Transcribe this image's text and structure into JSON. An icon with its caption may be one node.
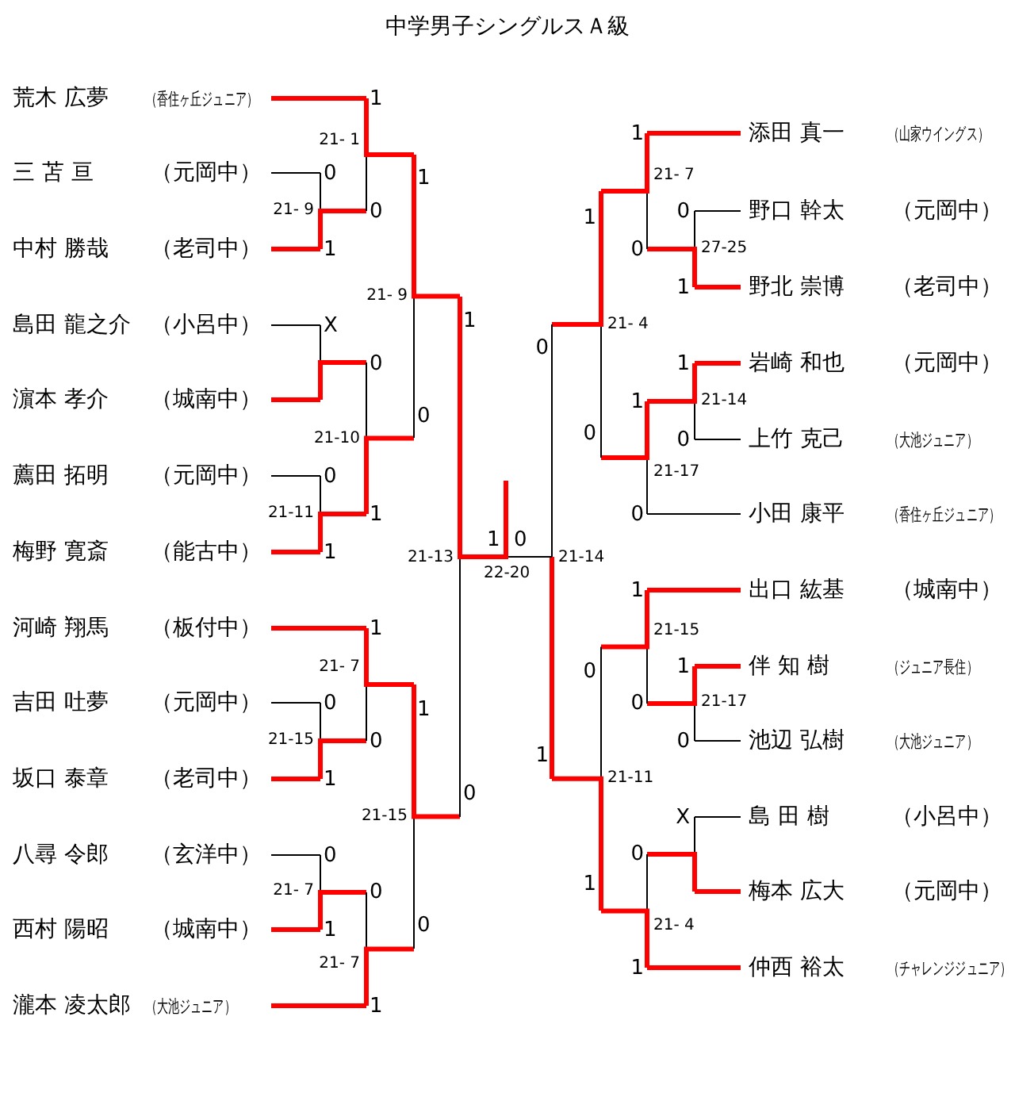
{
  "diagram": {
    "title": "中学男子シングルスＡ級",
    "nodes": [
      {
        "text": [
          "荒木 広夢"
        ],
        "beside": [
          "（香住ヶ丘ジュニア）"
        ]
      },
      {
        "text": [
          "三 苫 亘"
        ],
        "beside": [
          "（元岡中）"
        ]
      },
      {
        "text": [
          "中村 勝哉"
        ],
        "beside": [
          "（老司中）"
        ]
      },
      {
        "text": [
          "島田 龍之介"
        ],
        "beside": [
          "（小呂中）"
        ]
      },
      {
        "text": [
          "濵本 孝介"
        ],
        "beside": [
          "（城南中）"
        ]
      },
      {
        "text": [
          "薦田 拓明"
        ],
        "beside": [
          "（元岡中）"
        ]
      },
      {
        "text": [
          "梅野 寛斎"
        ],
        "beside": [
          "（能古中）"
        ]
      },
      {
        "text": [
          "河崎 翔馬"
        ],
        "beside": [
          "（板付中）"
        ]
      },
      {
        "text": [
          "吉田 吐夢"
        ],
        "beside": [
          "（元岡中）"
        ]
      },
      {
        "text": [
          "坂口 泰章"
        ],
        "beside": [
          "（老司中）"
        ]
      },
      {
        "text": [
          "八尋 令郎"
        ],
        "beside": [
          "（玄洋中）"
        ]
      },
      {
        "text": [
          "西村 陽昭"
        ],
        "beside": [
          "（城南中）"
        ]
      },
      {
        "text": [
          "瀧本 凌太郎"
        ],
        "beside": [
          "（大池ジュニア）"
        ]
      },
      {
        "text": [
          "添田 真一"
        ],
        "beside": [
          "（山家ウイングス）"
        ]
      },
      {
        "text": [
          "野口 幹太"
        ],
        "beside": [
          "（元岡中）"
        ]
      },
      {
        "text": [
          "野北 崇博"
        ],
        "beside": [
          "（老司中）"
        ]
      },
      {
        "text": [
          "岩崎 和也"
        ],
        "beside": [
          "（元岡中）"
        ]
      },
      {
        "text": [
          "上竹 克己"
        ],
        "beside": [
          "（大池ジュニア）"
        ]
      },
      {
        "text": [
          "小田 康平"
        ],
        "beside": [
          "（香住ヶ丘ジュニア）"
        ]
      },
      {
        "text": [
          "出口 紘基"
        ],
        "beside": [
          "（城南中）"
        ]
      },
      {
        "text": [
          "伴 知 樹"
        ],
        "beside": [
          "（ジュニア長住）"
        ]
      },
      {
        "text": [
          "池辺 弘樹"
        ],
        "beside": [
          "（大池ジュニア）"
        ]
      },
      {
        "text": [
          "島 田 樹"
        ],
        "beside": [
          "（小呂中）"
        ]
      },
      {
        "text": [
          "梅本 広大"
        ],
        "beside": [
          "（元岡中）"
        ]
      },
      {
        "text": [
          "仲西 裕太"
        ],
        "beside": [
          "（チャレンジジュニア）"
        ]
      }
    ],
    "labels": [
      "1",
      "21- 1",
      "0",
      "21- 9",
      "0",
      "1",
      "1",
      "21- 9",
      "1",
      "X",
      "0",
      "0",
      "21-10",
      "0",
      "21-11",
      "1",
      "1",
      "1",
      "21-13",
      "22-20",
      "0",
      "1",
      "21- 7",
      "0",
      "21-15",
      "0",
      "1",
      "1",
      "0",
      "21-15",
      "0",
      "21- 7",
      "0",
      "0",
      "1",
      "21- 7",
      "1",
      "1",
      "21- 7",
      "0",
      "1",
      "27-25",
      "0",
      "1",
      "0",
      "21- 4",
      "1",
      "1",
      "21-14",
      "0",
      "0",
      "21-17",
      "0",
      "21-14",
      "1",
      "21-15",
      "1",
      "0",
      "21-17",
      "0",
      "0",
      "1",
      "21-11",
      "X",
      "0",
      "1",
      "21- 4",
      "1"
    ]
  }
}
